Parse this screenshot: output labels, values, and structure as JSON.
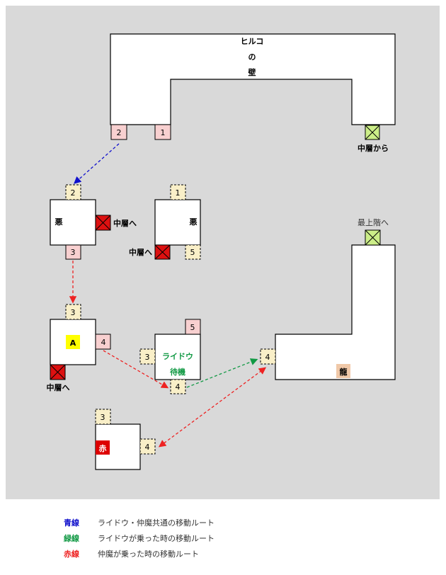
{
  "colors": {
    "background": "#d9d9d9",
    "room": "#ffffff",
    "door_pink": "#f8d0d0",
    "door_cream": "#f9efc8",
    "door_peach": "#f0c8a8",
    "exit_red": "#dd1111",
    "exit_green": "#ccee88",
    "blue_line": "#1010cc",
    "green_line": "#119944",
    "red_line": "#ee2222",
    "marker_yellow": "#ffff00",
    "marker_red": "#dd0000"
  },
  "map": {
    "hiruko_wall": [
      "ヒルコ",
      "の",
      "壁"
    ],
    "to_middle_from": "中層から",
    "to_middle": "中層へ",
    "to_top": "最上階へ",
    "evil": "悪",
    "marker_a": "A",
    "raidou_wait": [
      "ライドウ",
      "待機"
    ],
    "red_marker": "赤",
    "dragon": "龍",
    "doors": {
      "d_top_2": "2",
      "d_top_1": "1",
      "left_evil_top": "2",
      "left_evil_bottom": "3",
      "right_evil_top": "1",
      "right_evil_bottom": "5",
      "a_top": "3",
      "a_right": "4",
      "raidou_top": "5",
      "raidou_left": "3",
      "raidou_bottom": "4",
      "red_top": "3",
      "red_right": "4",
      "dragon_left": "4"
    }
  },
  "legend": [
    {
      "key": "青線",
      "color": "#1010cc",
      "desc": "ライドウ・仲魔共通の移動ルート"
    },
    {
      "key": "緑線",
      "color": "#119944",
      "desc": "ライドウが乗った時の移動ルート"
    },
    {
      "key": "赤線",
      "color": "#ee2222",
      "desc": "仲魔が乗った時の移動ルート"
    }
  ]
}
